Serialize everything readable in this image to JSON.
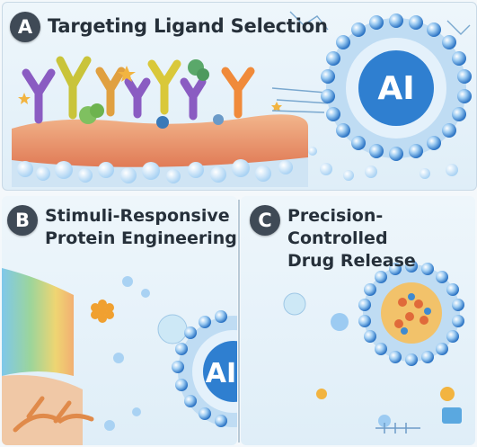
{
  "panels": [
    {
      "badge": "A",
      "title": "Targeting Ligand Selection",
      "ai_label": "AI"
    },
    {
      "badge": "B",
      "title_line1": "Stimuli-Responsive",
      "title_line2": "Protein Engineering",
      "ai_label": "AI"
    },
    {
      "badge": "C",
      "title_line1": "Precision-Controlled",
      "title_line2": "Drug Release"
    }
  ],
  "colors": {
    "badge_bg": "#3f4a56",
    "nanoparticle_blue": "#2f7fd0",
    "membrane_orange": "#e8946a",
    "background": "#eef6fb"
  }
}
